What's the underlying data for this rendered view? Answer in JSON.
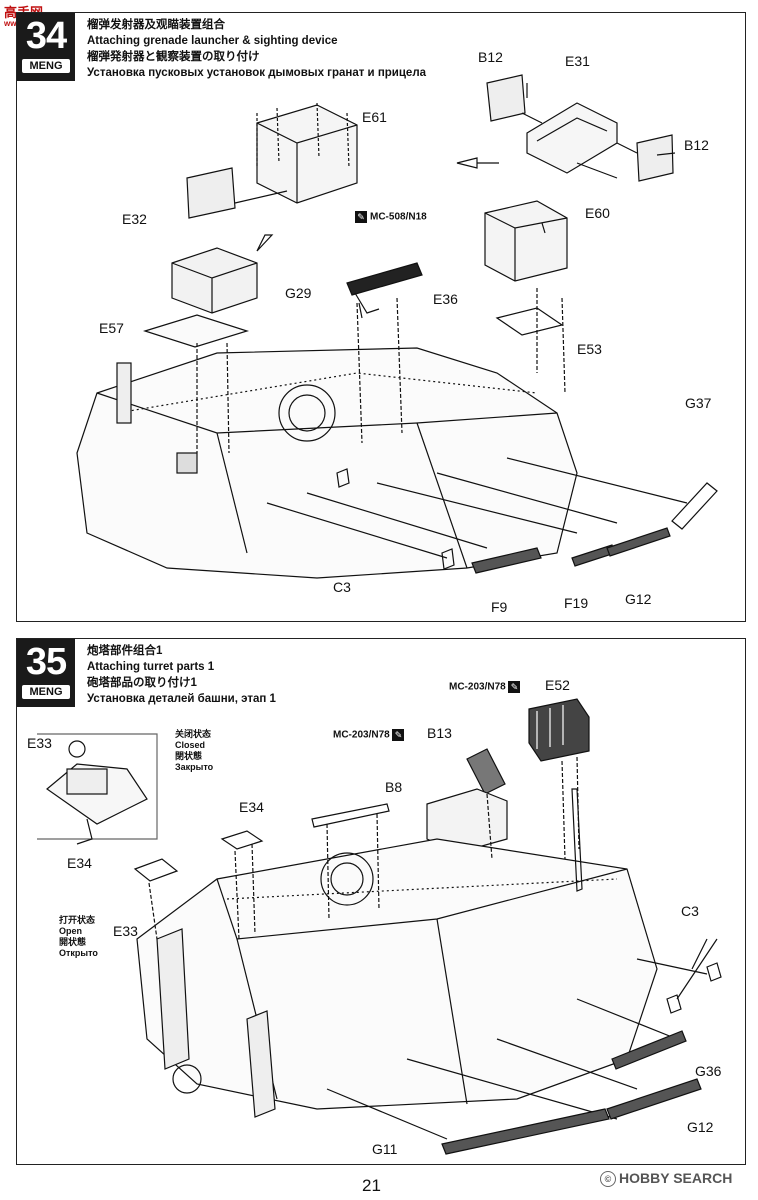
{
  "watermark_top": {
    "text": "高手网",
    "sub": "www.gaoshou.net"
  },
  "step34": {
    "number": "34",
    "brand": "MENG",
    "title_zh": "榴弹发射器及观瞄装置组合",
    "title_en": "Attaching grenade launcher & sighting device",
    "title_ja": "榴弾発射器と観察装置の取り付け",
    "title_ru": "Установка пусковых установок дымовых гранат и прицела",
    "paint_code": "MC-508/N18",
    "parts": {
      "B12_top": "B12",
      "E31": "E31",
      "B12_right": "B12",
      "E61": "E61",
      "E32": "E32",
      "E60": "E60",
      "G29": "G29",
      "E36": "E36",
      "E57": "E57",
      "E53": "E53",
      "G37": "G37",
      "C3": "C3",
      "F9": "F9",
      "F19": "F19",
      "G12": "G12"
    }
  },
  "step35": {
    "number": "35",
    "brand": "MENG",
    "title_zh": "炮塔部件组合1",
    "title_en": "Attaching turret parts 1",
    "title_ja": "砲塔部品の取り付け1",
    "title_ru": "Установка деталей башни, этап 1",
    "paint_code_1": "MC-203/N78",
    "paint_code_2": "MC-203/N78",
    "closed_note": {
      "zh": "关闭状态",
      "en": "Closed",
      "ja": "閉状態",
      "ru": "Закрыто"
    },
    "open_note": {
      "zh": "打开状态",
      "en": "Open",
      "ja": "開状態",
      "ru": "Открыто"
    },
    "parts": {
      "E52": "E52",
      "B13": "B13",
      "B8": "B8",
      "E33_inset": "E33",
      "E34_inset": "E34",
      "E34": "E34",
      "E33": "E33",
      "C3": "C3",
      "G36": "G36",
      "G12": "G12",
      "G11": "G11"
    }
  },
  "page_number": "21",
  "footer_watermark": "HOBBY SEARCH"
}
